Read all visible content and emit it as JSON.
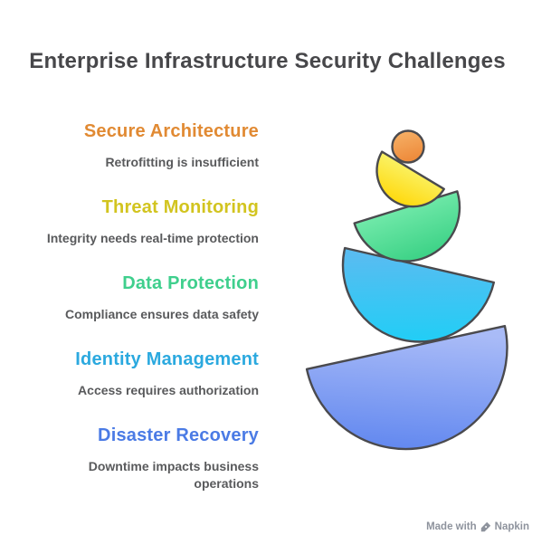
{
  "title": "Enterprise Infrastructure Security Challenges",
  "items": [
    {
      "label": "Secure Architecture",
      "caption": "Retrofitting is insufficient",
      "color": "#E18A33"
    },
    {
      "label": "Threat Monitoring",
      "caption": "Integrity needs real-time protection",
      "color": "#D2C41F"
    },
    {
      "label": "Data Protection",
      "caption": "Compliance ensures data safety",
      "color": "#3FCF8D"
    },
    {
      "label": "Identity Management",
      "caption": "Access requires authorization",
      "color": "#2BA9DF"
    },
    {
      "label": "Disaster Recovery",
      "caption": "Downtime impacts business operations",
      "color": "#4B7BE5"
    }
  ],
  "graphic": {
    "type": "stacked-tilted-bowls",
    "outline": "#4A4A4E",
    "shapes": [
      {
        "name": "secure-architecture-ball",
        "shape": "circle",
        "color_top": "#F6B066",
        "color_bottom": "#ED8838"
      },
      {
        "name": "threat-monitoring-bowl",
        "shape": "semicircle",
        "color_top": "#FAF162",
        "color_bottom": "#FFD90E"
      },
      {
        "name": "data-protection-bowl",
        "shape": "semicircle",
        "color_top": "#6FE8A8",
        "color_bottom": "#3CD286"
      },
      {
        "name": "identity-management-bowl",
        "shape": "semicircle",
        "color_top": "#58BCF1",
        "color_bottom": "#1ECFF6"
      },
      {
        "name": "disaster-recovery-bowl",
        "shape": "semicircle",
        "color_top": "#A9BBF7",
        "color_bottom": "#5B83EF"
      }
    ]
  },
  "watermark": {
    "prefix": "Made with",
    "brand": "Napkin",
    "color": "#8E939D"
  },
  "colors": {
    "background": "#FFFFFF",
    "title": "#47474A",
    "caption": "#595A5C"
  }
}
